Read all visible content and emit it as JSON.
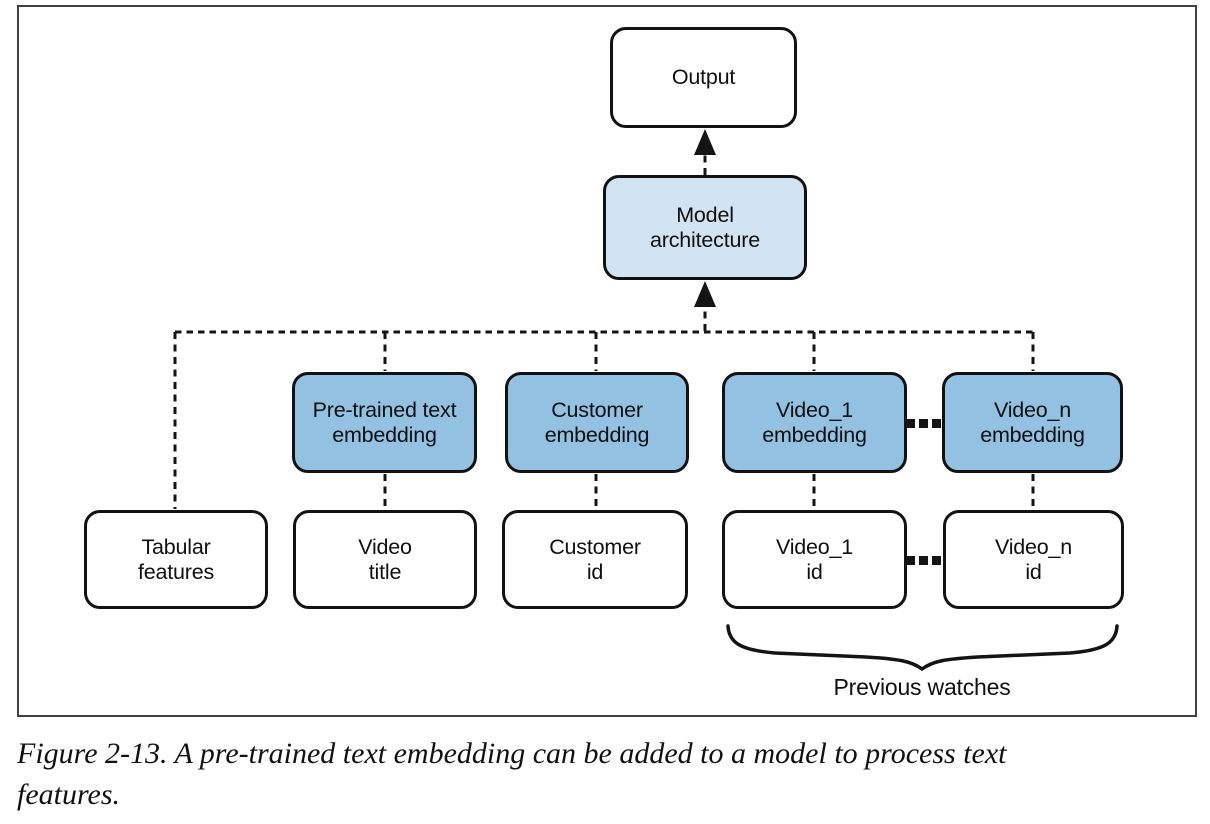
{
  "figure": {
    "caption_line1": "Figure 2-13. A pre-trained text embedding can be added to a model to process text",
    "caption_line2": "features."
  },
  "colors": {
    "box-fill-light": "#d2e4f2",
    "box-fill-medium": "#92c1e1",
    "box-border": "#121212",
    "line-color": "#141414",
    "frame-border": "#404040",
    "text-color": "#101010"
  },
  "diagram": {
    "nodes": {
      "output": {
        "line1": "Output"
      },
      "model_architecture": {
        "line1": "Model",
        "line2": "architecture"
      },
      "pretrained_text_embedding": {
        "line1": "Pre-trained text",
        "line2": "embedding"
      },
      "customer_embedding": {
        "line1": "Customer",
        "line2": "embedding"
      },
      "video_1_embedding": {
        "line1": "Video_1",
        "line2": "embedding"
      },
      "video_n_embedding": {
        "line1": "Video_n",
        "line2": "embedding"
      },
      "tabular_features": {
        "line1": "Tabular",
        "line2": "features"
      },
      "video_title": {
        "line1": "Video",
        "line2": "title"
      },
      "customer_id": {
        "line1": "Customer",
        "line2": "id"
      },
      "video_1_id": {
        "line1": "Video_1",
        "line2": "id"
      },
      "video_n_id": {
        "line1": "Video_n",
        "line2": "id"
      }
    },
    "annotations": {
      "previous_watches": "Previous watches"
    },
    "icons": {
      "ellipsis_embeddings": "horizontal-square-dots",
      "ellipsis_ids": "horizontal-square-dots",
      "arrow_to_output": "up-arrowhead",
      "arrow_to_model": "up-arrowhead",
      "previous_watches_brace": "curly-brace-under"
    }
  }
}
